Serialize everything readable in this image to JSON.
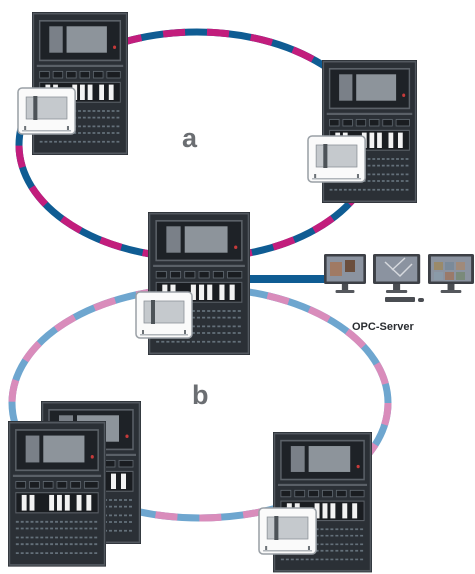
{
  "labels": {
    "ring_a": "a",
    "ring_b": "b",
    "opc_server": "OPC-Server"
  },
  "colors": {
    "ring_a_primary": "#c21d7c",
    "ring_a_secondary": "#0f5c93",
    "ring_b_primary": "#d98cbb",
    "ring_b_secondary": "#6ea6cf",
    "panel_body": "#2b3036",
    "panel_frame": "#52585f",
    "label_text": "#6b6e72",
    "opc_link": "#0f5c93"
  },
  "icons": [
    "fire-panel-icon",
    "network-module-icon",
    "monitor-icon",
    "keyboard-icon"
  ]
}
